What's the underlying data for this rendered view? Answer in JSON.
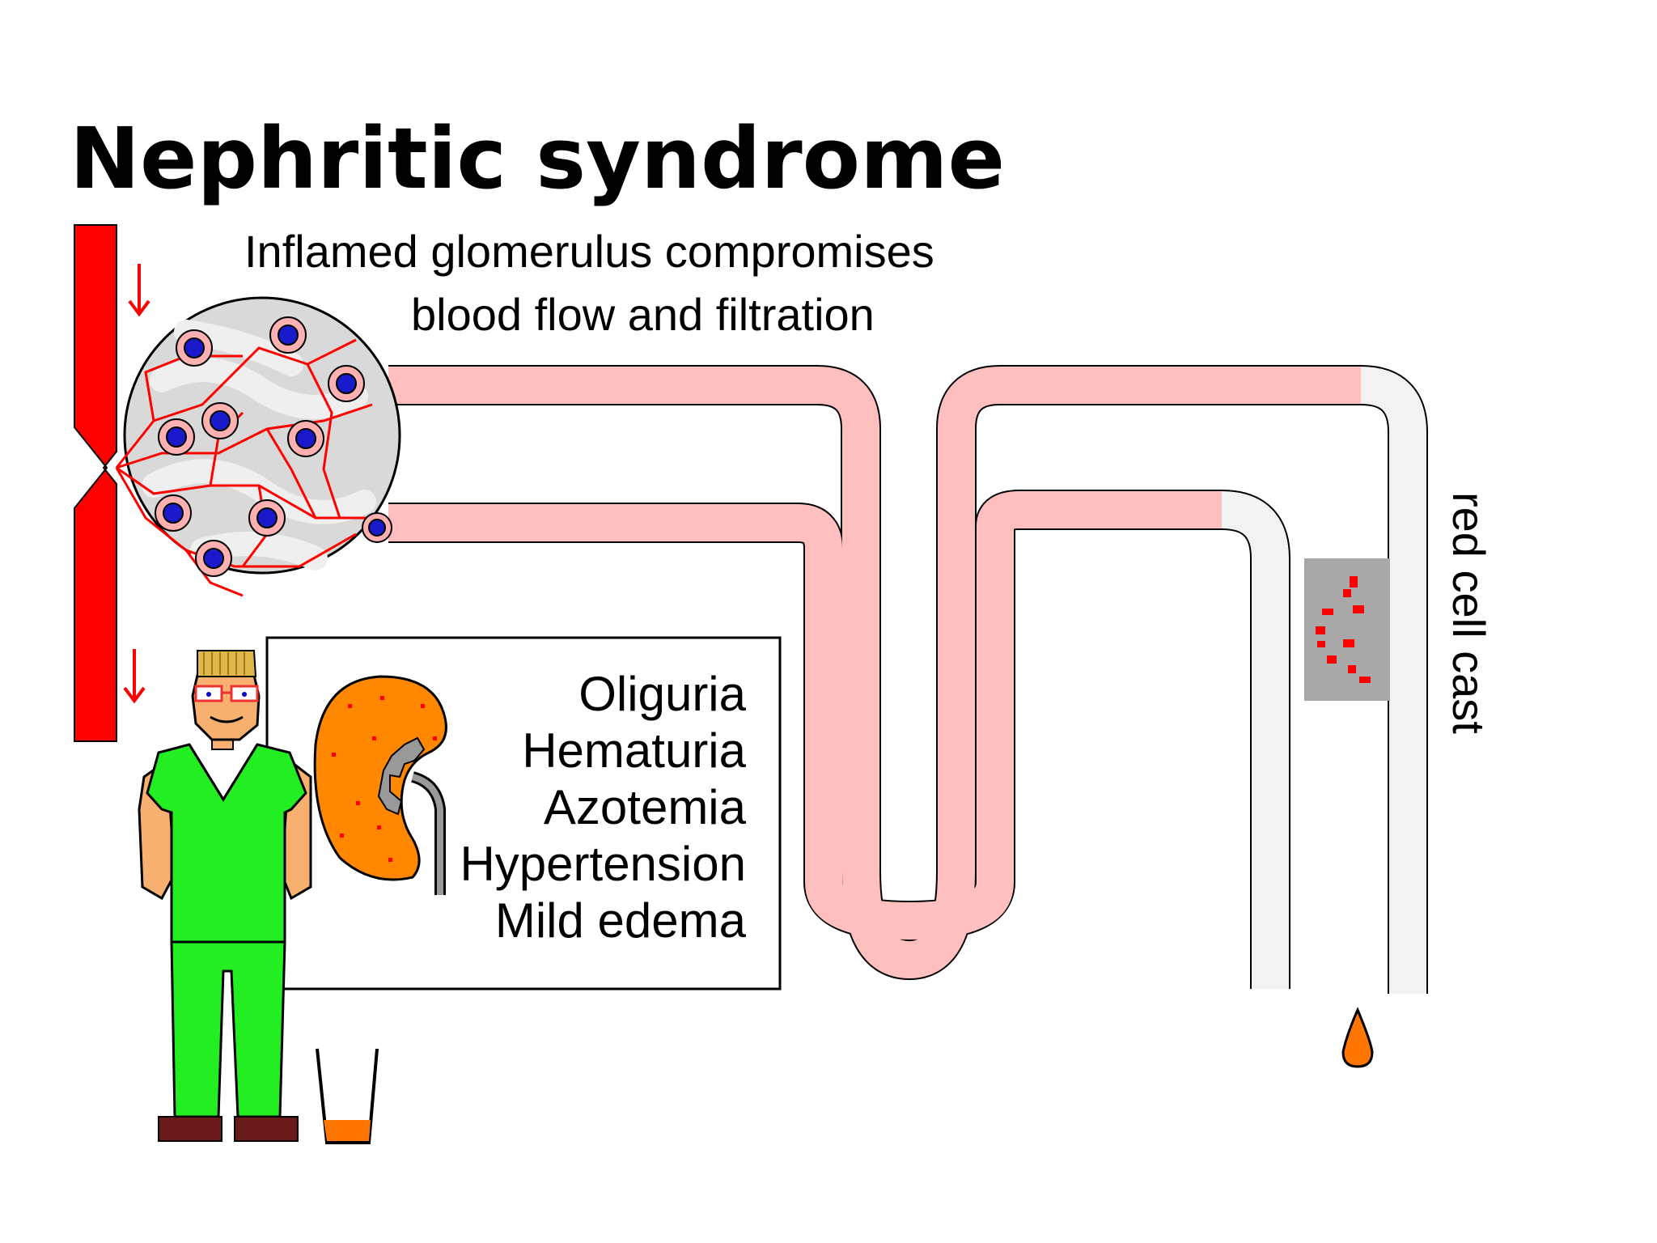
{
  "title": "Nephritic syndrome",
  "caption": {
    "line1": "Inflamed glomerulus compromises",
    "line2": "blood flow and filtration"
  },
  "symptoms": [
    "Oliguria",
    "Hematuria",
    "Azotemia",
    "Hypertension",
    "Mild edema"
  ],
  "cast_label": "red cell cast",
  "colors": {
    "blood": "#ff0000",
    "tubule_inflamed": "#ffbfbf",
    "tubule_normal": "#f2f2f2",
    "glomerulus": "#d9d9d9",
    "cast": "#a8a8a8",
    "scrubs": "#22ee22",
    "kidney": "#ff8800",
    "nucleus": "#1a1acc"
  },
  "icons": {
    "afferent_arrow": "down-arrow-icon",
    "efferent_arrow": "down-arrow-icon",
    "doctor": "doctor-figure",
    "kidney": "kidney-icon",
    "urine_cup": "cup-icon",
    "urine_drop": "drop-icon"
  }
}
